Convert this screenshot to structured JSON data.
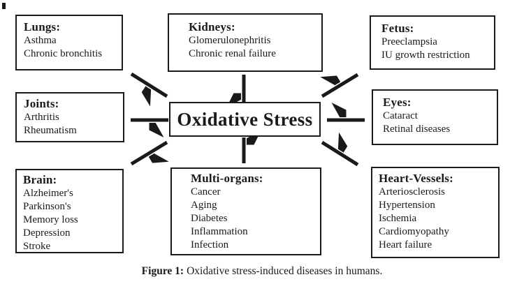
{
  "figure": {
    "center_label": "Oxidative Stress",
    "boxes": {
      "lungs": {
        "title": "Lungs:",
        "items": [
          "Asthma",
          "Chronic bronchitis"
        ]
      },
      "kidneys": {
        "title": "Kidneys:",
        "items": [
          "Glomerulonephritis",
          "Chronic renal failure"
        ]
      },
      "fetus": {
        "title": "Fetus:",
        "items": [
          "Preeclampsia",
          "IU growth restriction"
        ]
      },
      "joints": {
        "title": "Joints:",
        "items": [
          "Arthritis",
          "Rheumatism"
        ]
      },
      "eyes": {
        "title": "Eyes:",
        "items": [
          "Cataract",
          "Retinal diseases"
        ]
      },
      "brain": {
        "title": "Brain:",
        "items": [
          "Alzheimer's",
          "Parkinson's",
          "Memory loss",
          "Depression",
          "Stroke"
        ]
      },
      "multi_organs": {
        "title": "Multi-organs:",
        "items": [
          "Cancer",
          "Aging",
          "Diabetes",
          "Inflammation",
          "Infection"
        ]
      },
      "heart_vessels": {
        "title": "Heart-Vessels:",
        "items": [
          "Arteriosclerosis",
          "Hypertension",
          "Ischemia",
          "Cardiomyopathy",
          "Heart failure"
        ]
      }
    },
    "caption": {
      "label": "Figure 1:",
      "text": "Oxidative stress-induced diseases in humans."
    },
    "colors": {
      "ink": "#1a1a1a",
      "background": "#ffffff"
    }
  }
}
